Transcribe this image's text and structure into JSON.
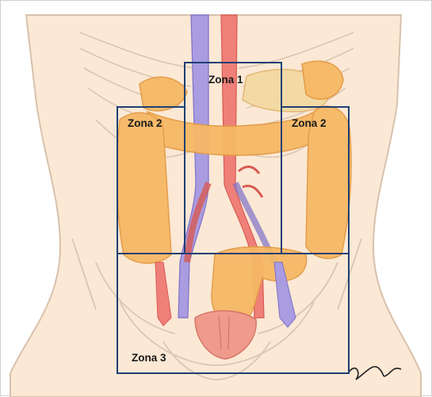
{
  "figure": {
    "zones": [
      {
        "id": "zona-1",
        "label": "Zona 1"
      },
      {
        "id": "zona-2-left",
        "label": "Zona 2"
      },
      {
        "id": "zona-2-right",
        "label": "Zona 2"
      },
      {
        "id": "zona-3",
        "label": "Zona 3"
      }
    ],
    "colors": {
      "box_outline": "#1f3f73",
      "skin": "#fbe8d5",
      "body_outline": "#d8c2ad",
      "colon": "#f6b866",
      "colon_outline": "#e29a42",
      "artery": "#ef8079",
      "vein": "#9c8ed8",
      "bladder": "#ee9a8c"
    },
    "signature": "artist-signature"
  }
}
